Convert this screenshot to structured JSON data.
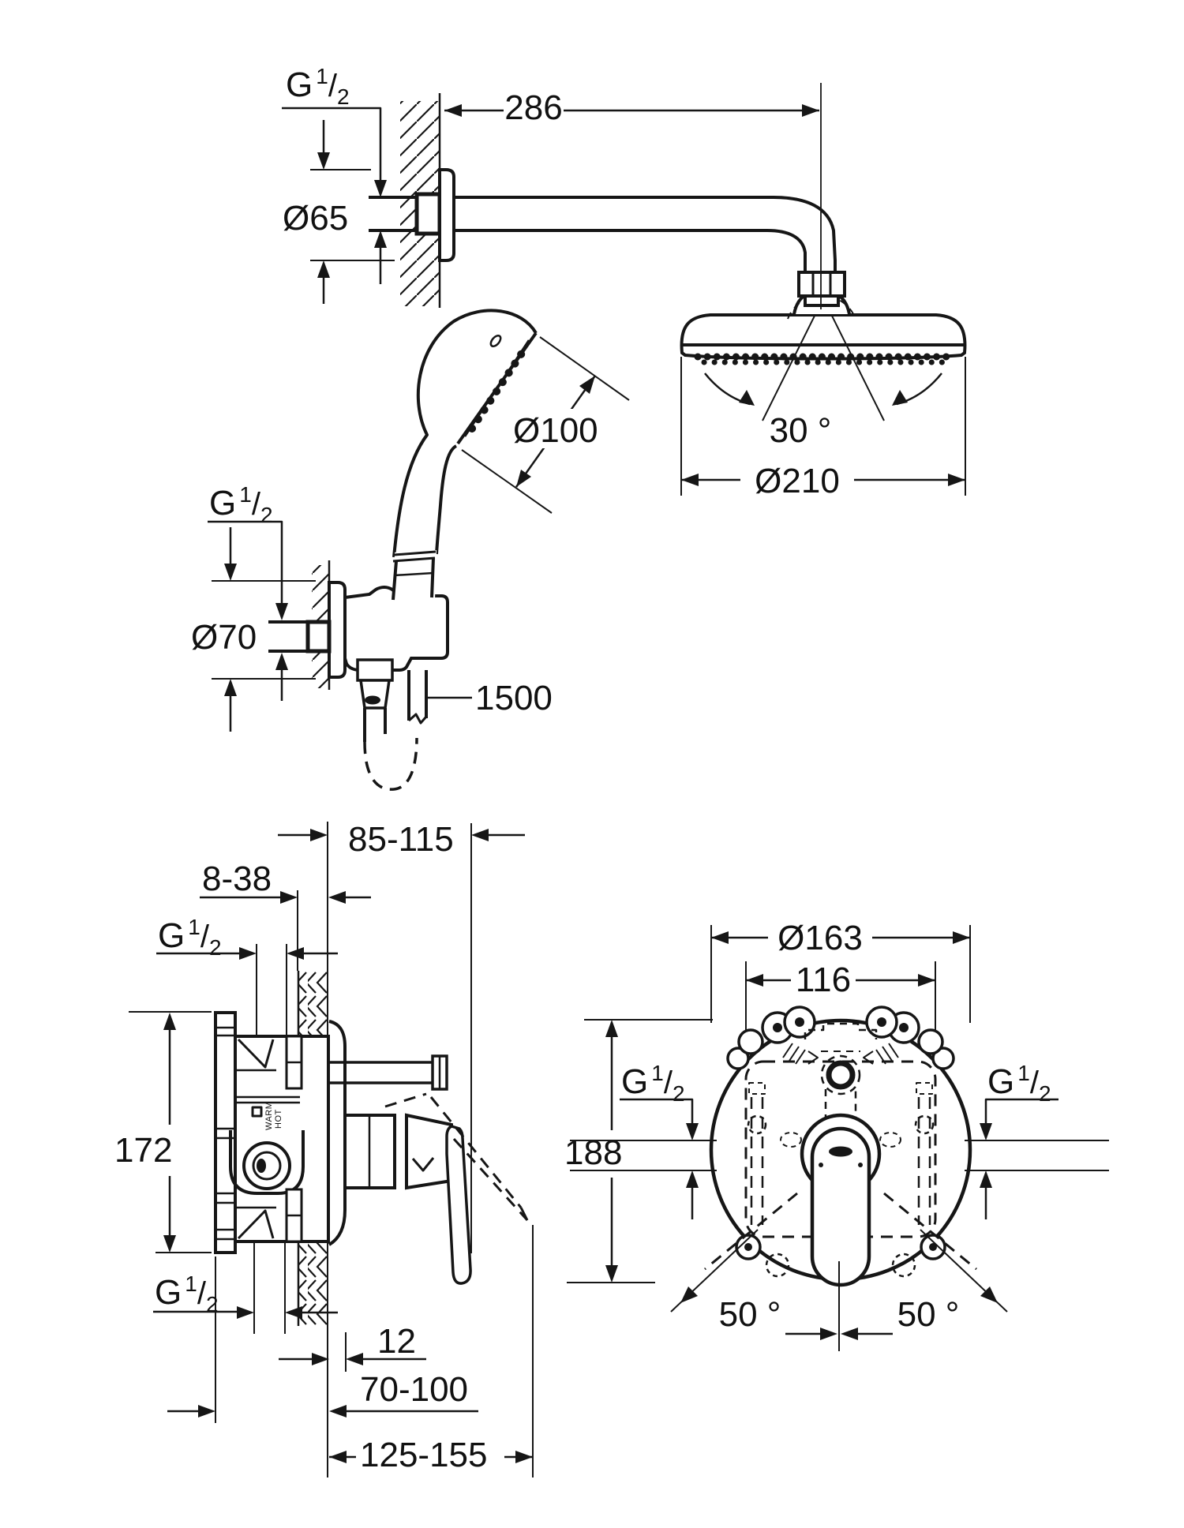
{
  "g_half": {
    "base": "G",
    "sup": "1",
    "slash": "/",
    "sub": "2"
  },
  "top_view": {
    "arm_length": "286",
    "wall_escutcheon_dia": "Ø65",
    "spray_angle": "30 °",
    "head_dia": "Ø210",
    "hand_shower_dia": "Ø100"
  },
  "holder_view": {
    "escutcheon_dia": "Ø70",
    "hose_length": "1500"
  },
  "side_view": {
    "install_depth": "85-115",
    "finish_layer": "8-38",
    "body_height": "172",
    "trim_offset": "12",
    "plate_to_wall": "70-100",
    "overall_depth": "125-155",
    "box_marking_line1": "WARM",
    "box_marking_line2": "HOT"
  },
  "front_view": {
    "cover_dia": "Ø163",
    "body_width": "116",
    "overall_height": "188",
    "swing_left": "50 °",
    "swing_right": "50 °"
  }
}
